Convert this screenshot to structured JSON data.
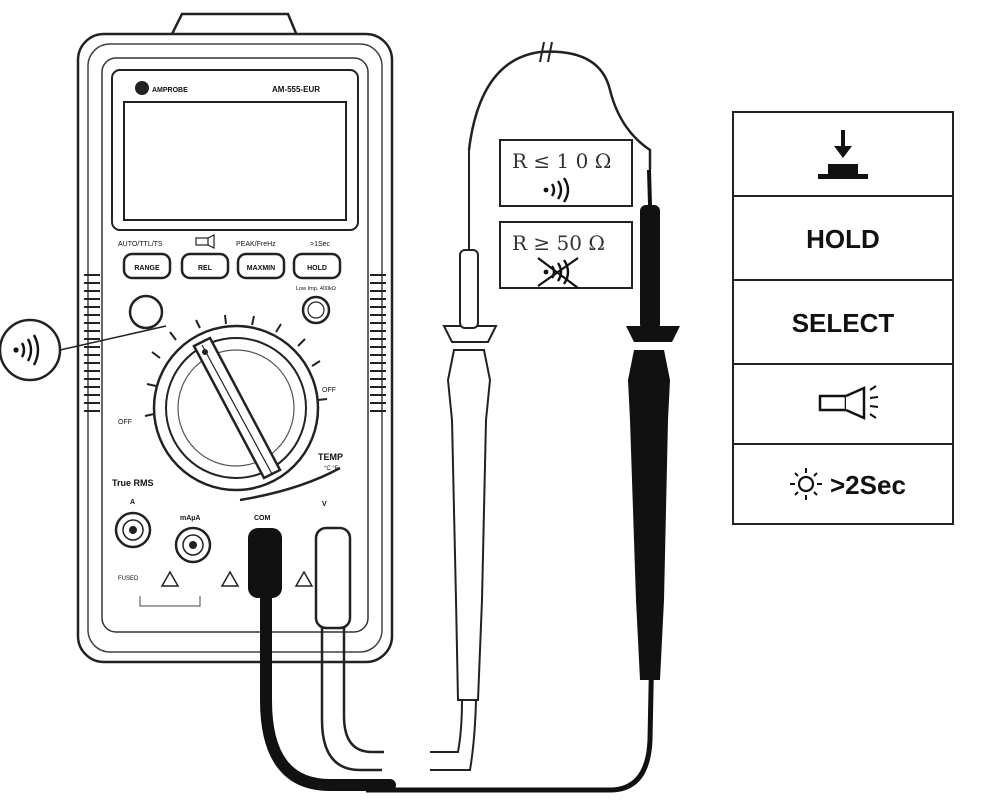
{
  "meter": {
    "brand": "AMPROBE",
    "model": "AM-555-EUR",
    "top_labels": {
      "range": "AUTO/TTL/TS",
      "rel": "",
      "maxmin": "PEAK/FreHz",
      "hold": ">1Sec"
    },
    "buttons": {
      "range": "RANGE",
      "rel": "REL",
      "maxmin": "MAXMIN",
      "hold": "HOLD"
    },
    "hold_sub": "Low Imp. 400kΩ",
    "dial_labels": {
      "off_right": "OFF",
      "off_left": "OFF",
      "temp": "TEMP",
      "temp_unit": "°C °F"
    },
    "true_rms": "True RMS",
    "jacks": {
      "a": "A",
      "ma": "mAµA",
      "com": "COM",
      "v": "V"
    },
    "fused": "FUSED"
  },
  "callouts": {
    "low_r": "R ≤ 1 0 Ω",
    "high_r": "R ≥ 50 Ω"
  },
  "icon_names": {
    "continuity": "continuity-beep-icon",
    "no_continuity": "continuity-beep-crossed-icon",
    "press": "press-button-icon",
    "flashlight": "flashlight-icon",
    "sun": "backlight-sun-icon"
  },
  "function_table": {
    "rows": [
      "",
      "HOLD",
      "SELECT",
      "",
      ">2Sec"
    ]
  }
}
